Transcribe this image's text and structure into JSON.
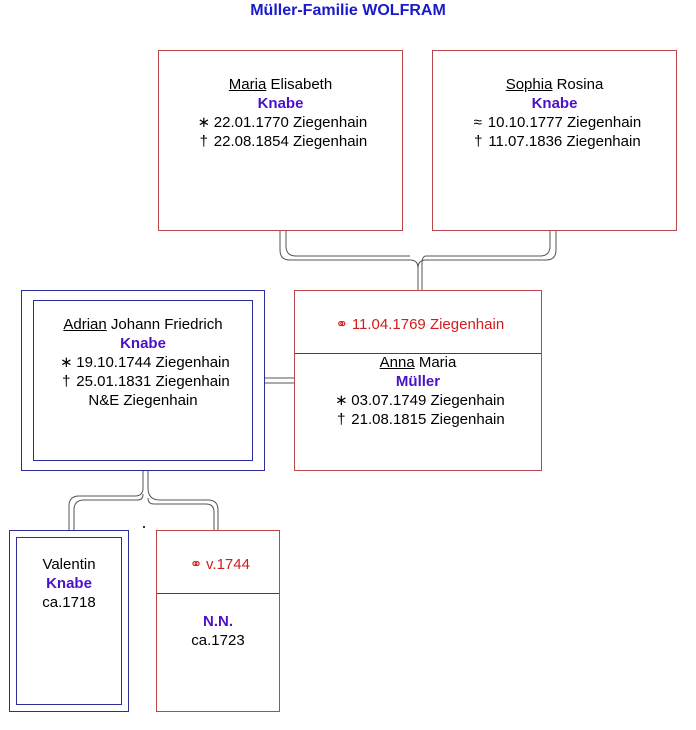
{
  "title": "Müller-Familie WOLFRAM",
  "paternal_grandmother": {
    "given_underlined": "Maria",
    "given_rest": " Elisabeth",
    "surname": "Knabe",
    "birth_symbol": "∗",
    "birth": "22.01.1770 Ziegenhain",
    "death_symbol": "†",
    "death": "22.08.1854 Ziegenhain"
  },
  "maternal_grandmother": {
    "given_underlined": "Sophia",
    "given_rest": " Rosina",
    "surname": "Knabe",
    "birth_symbol": "≈",
    "birth": "10.10.1777 Ziegenhain",
    "death_symbol": "†",
    "death": "11.07.1836 Ziegenhain"
  },
  "main_person": {
    "given_underlined": "Adrian",
    "given_rest": " Johann Friedrich",
    "surname": "Knabe",
    "birth_symbol": "∗",
    "birth": "19.10.1744 Ziegenhain",
    "death_symbol": "†",
    "death": "25.01.1831 Ziegenhain",
    "note": "N&E Ziegenhain"
  },
  "spouse": {
    "marriage_symbol": "⚭",
    "marriage": "11.04.1769 Ziegenhain",
    "given_underlined": "Anna",
    "given_rest": " Maria",
    "surname": "Müller",
    "birth_symbol": "∗",
    "birth": "03.07.1749 Ziegenhain",
    "death_symbol": "†",
    "death": "21.08.1815 Ziegenhain"
  },
  "child": {
    "given": "Valentin",
    "surname": "Knabe",
    "born": "ca.1718"
  },
  "child_spouse": {
    "marriage_symbol": "⚭",
    "marriage": "v.1744",
    "surname": "N.N.",
    "born": "ca.1723"
  }
}
